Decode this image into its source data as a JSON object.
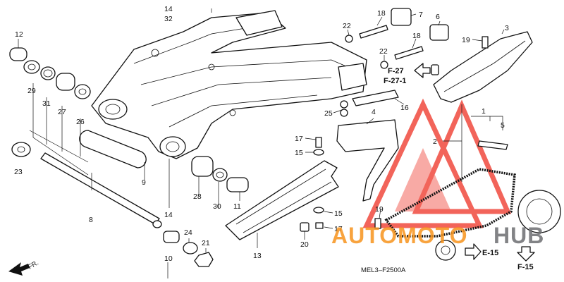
{
  "diagram": {
    "drawing_code": "MEL3–F2500A",
    "front_arrow": "FR.",
    "references": {
      "f27": "F-27",
      "f27_1": "F-27-1",
      "e15": "E-15",
      "f15": "F-15"
    },
    "watermark": {
      "part1": "AUTOMOTO",
      "part2": "HUB",
      "color_main": "#f7941d",
      "color_end": "#6d6e71",
      "triangle_color": "#ee3124"
    },
    "callouts": [
      {
        "id": "c14a",
        "text": "14"
      },
      {
        "id": "c32",
        "text": "32"
      },
      {
        "id": "c12",
        "text": "12"
      },
      {
        "id": "c29",
        "text": "29"
      },
      {
        "id": "c31",
        "text": "31"
      },
      {
        "id": "c27",
        "text": "27"
      },
      {
        "id": "c26",
        "text": "26"
      },
      {
        "id": "c23",
        "text": "23"
      },
      {
        "id": "c9",
        "text": "9"
      },
      {
        "id": "c8",
        "text": "8"
      },
      {
        "id": "c14b",
        "text": "14"
      },
      {
        "id": "c28",
        "text": "28"
      },
      {
        "id": "c30",
        "text": "30"
      },
      {
        "id": "c11",
        "text": "11"
      },
      {
        "id": "c24",
        "text": "24"
      },
      {
        "id": "c21",
        "text": "21"
      },
      {
        "id": "c10",
        "text": "10"
      },
      {
        "id": "c13",
        "text": "13"
      },
      {
        "id": "c22a",
        "text": "22"
      },
      {
        "id": "c18a",
        "text": "18"
      },
      {
        "id": "c7",
        "text": "7"
      },
      {
        "id": "c6",
        "text": "6"
      },
      {
        "id": "c18b",
        "text": "18"
      },
      {
        "id": "c22b",
        "text": "22"
      },
      {
        "id": "c19a",
        "text": "19"
      },
      {
        "id": "c3",
        "text": "3"
      },
      {
        "id": "c16",
        "text": "16"
      },
      {
        "id": "c25",
        "text": "25"
      },
      {
        "id": "c4",
        "text": "4"
      },
      {
        "id": "c17a",
        "text": "17"
      },
      {
        "id": "c15a",
        "text": "15"
      },
      {
        "id": "c1",
        "text": "1"
      },
      {
        "id": "c5",
        "text": "5"
      },
      {
        "id": "c2",
        "text": "2"
      },
      {
        "id": "c19b",
        "text": "19"
      },
      {
        "id": "c15b",
        "text": "15"
      },
      {
        "id": "c17b",
        "text": "17"
      },
      {
        "id": "c20",
        "text": "20"
      }
    ]
  }
}
